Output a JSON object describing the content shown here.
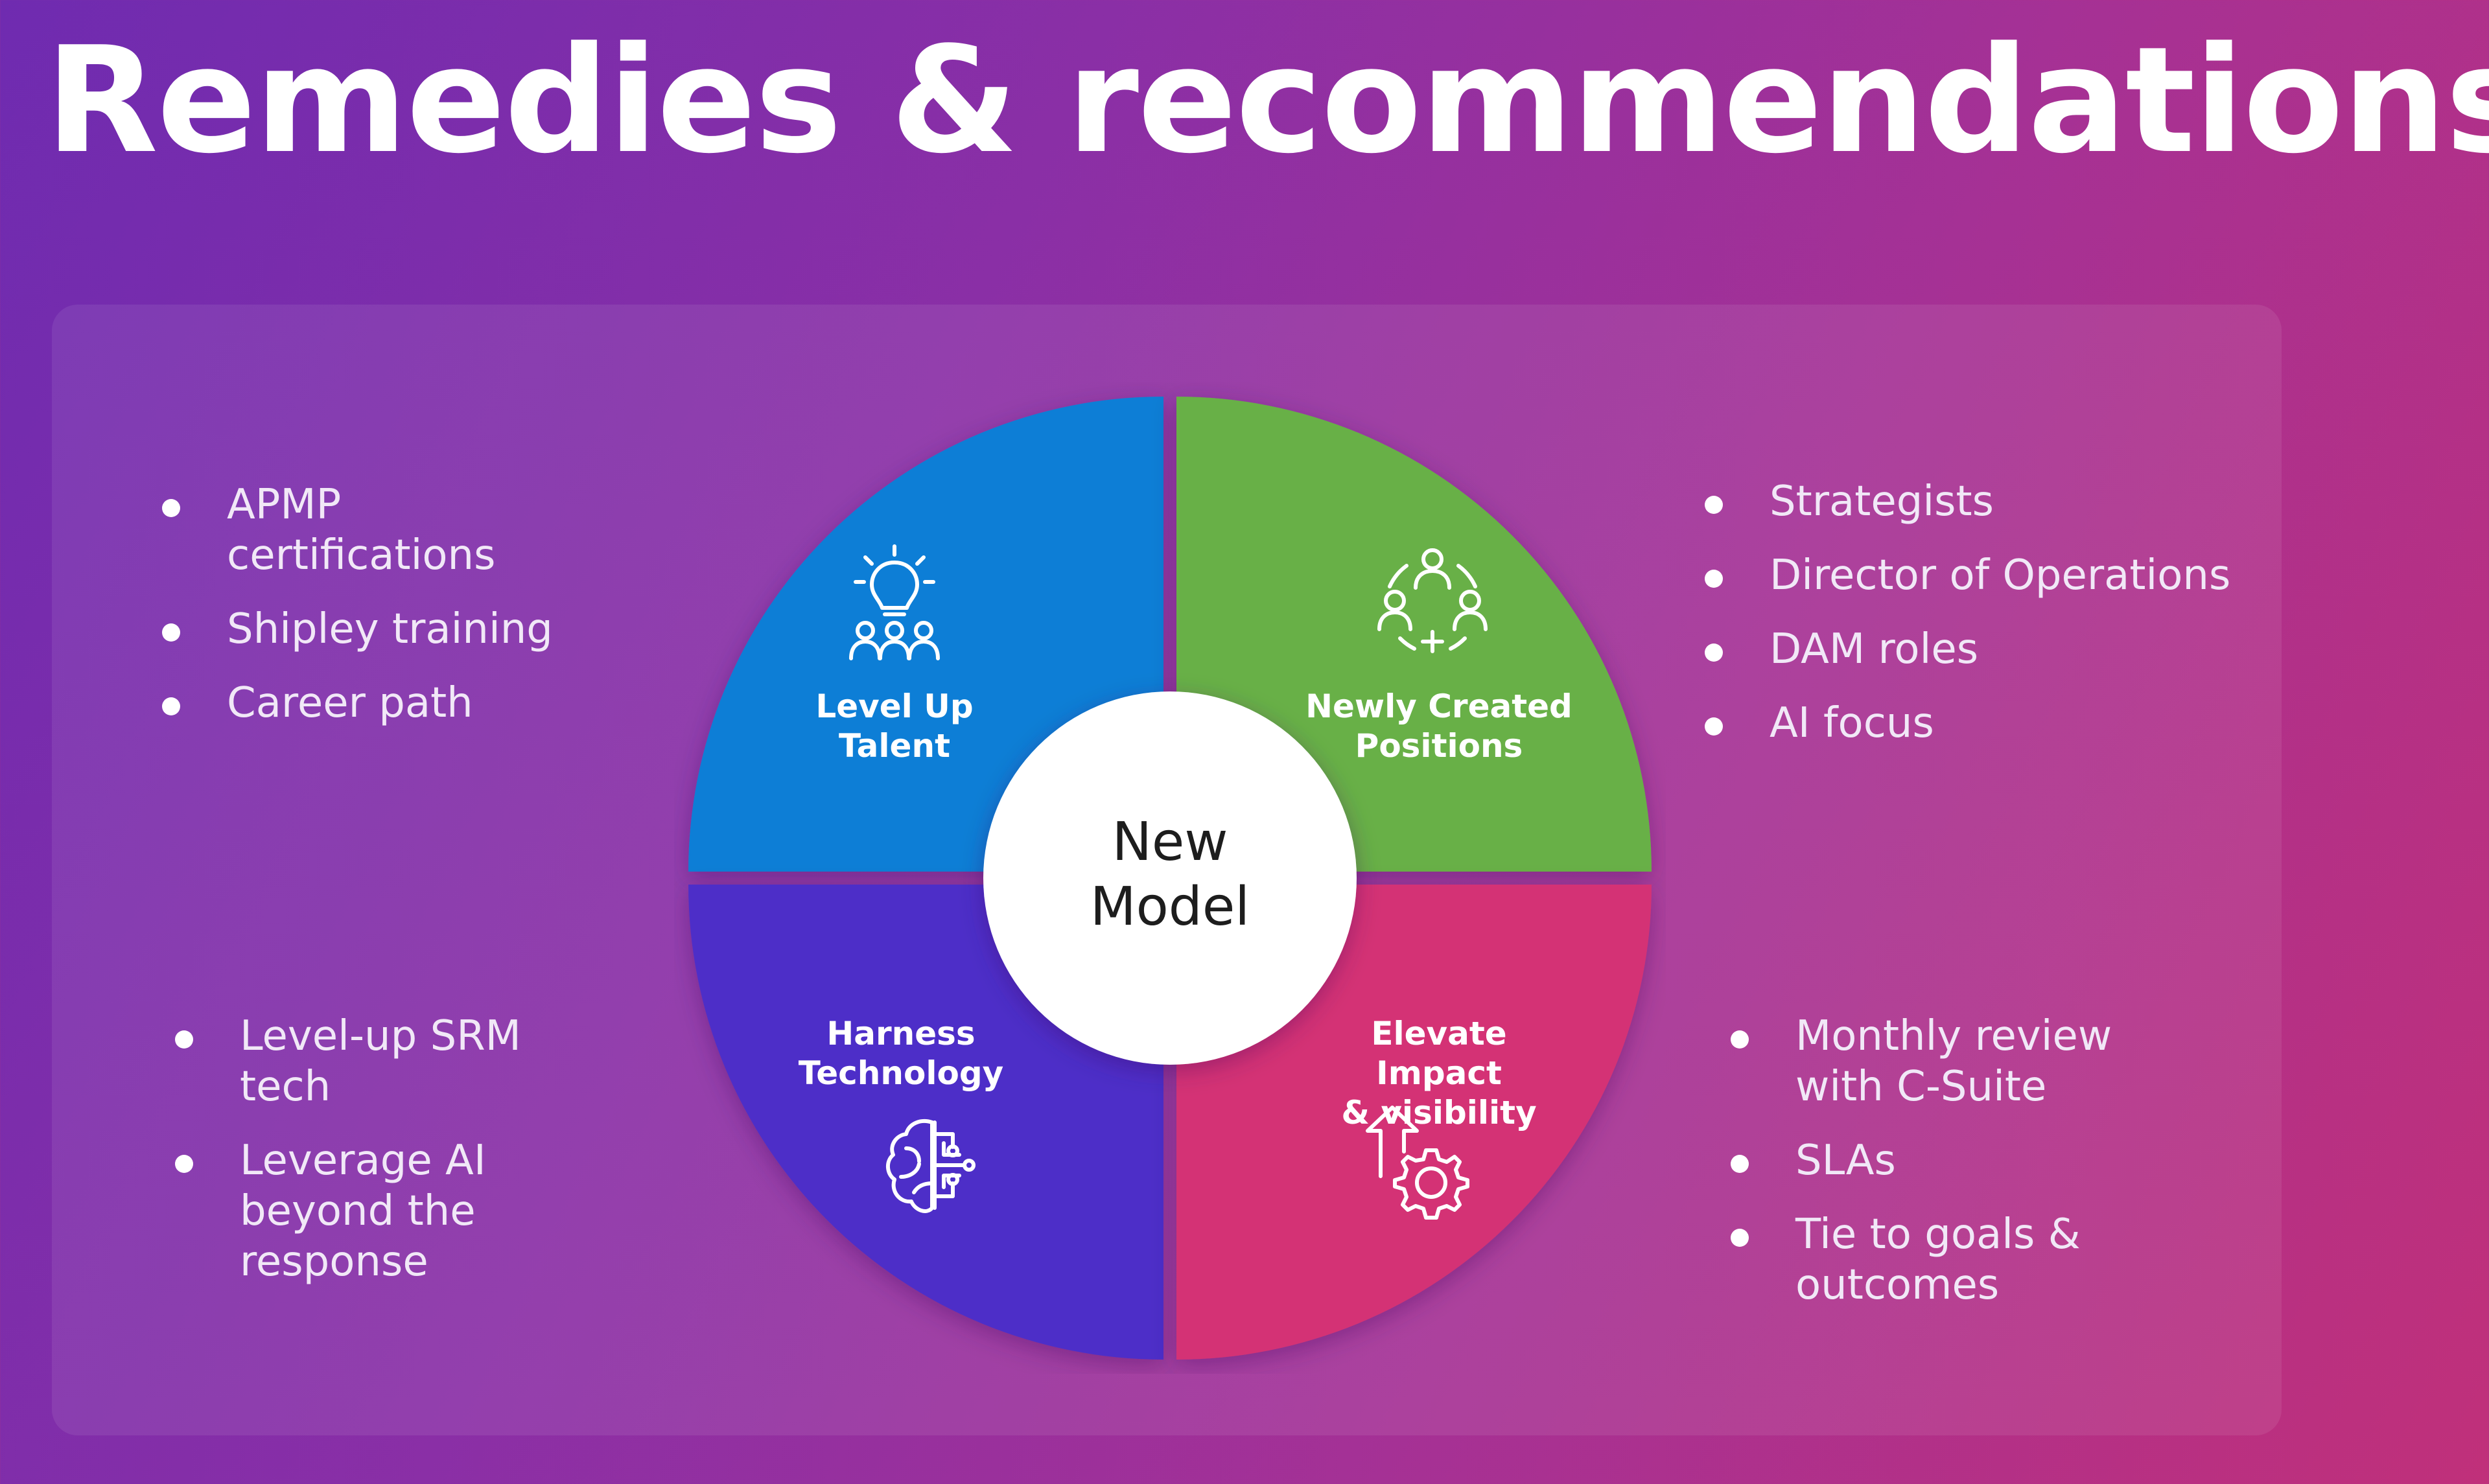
{
  "title": "Remedies & recommendations",
  "center": {
    "line1": "New",
    "line2": "Model"
  },
  "quadrants": {
    "top_left": {
      "line1": "Level Up",
      "line2": "Talent",
      "color": "#0b7ed6",
      "icon": "lightbulb-team-icon"
    },
    "top_right": {
      "line1": "Newly Created",
      "line2": "Positions",
      "color": "#67b046",
      "icon": "team-circle-icon"
    },
    "bottom_left": {
      "line1": "Harness",
      "line2": "Technology",
      "color": "#4d2fc8",
      "icon": "brain-circuit-icon"
    },
    "bottom_right": {
      "line1": "Elevate Impact",
      "line2": "& visibility",
      "color": "#d43274",
      "icon": "arrow-gear-icon"
    }
  },
  "lists": {
    "top_left": [
      "APMP certifications",
      "Shipley training",
      "Career path"
    ],
    "top_right": [
      "Strategists",
      "Director of Operations",
      "DAM roles",
      "AI focus"
    ],
    "bottom_left": [
      "Level-up SRM tech",
      "Leverage AI beyond the response"
    ],
    "bottom_right": [
      "Monthly review with C-Suite",
      "SLAs",
      "Tie to goals & outcomes"
    ]
  }
}
